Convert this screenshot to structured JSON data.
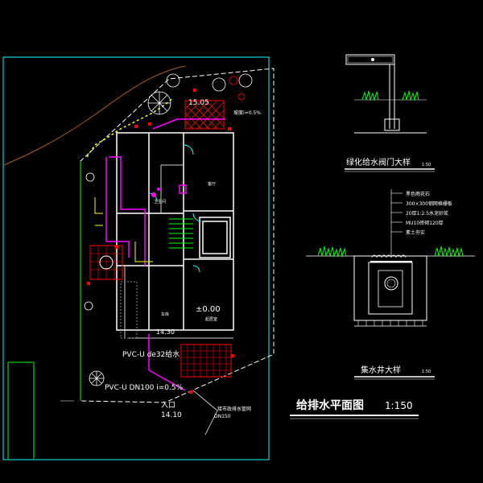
{
  "drawing": {
    "main_title": "给排水平面图",
    "main_scale": "1:150",
    "detail_valve_title": "绿化给水阀门大样",
    "detail_valve_scale": "1:50",
    "detail_well_title": "集水井大样",
    "detail_well_scale": "1:50"
  },
  "plan": {
    "elev_upper": "15.05",
    "elev_main": "±0.00",
    "elev_lower": "14.30",
    "elev_entry": "14.10",
    "entry_label": "入口",
    "pipe_1": "PVC-U de32给水",
    "pipe_2": "PVC-U DN100 i=0.5%",
    "slope_label": "坡度i=0.5%",
    "outlet_label": "接市政排水管网",
    "outlet_size": "DN150",
    "room_bath": "卫生间",
    "room_hall": "客厅",
    "room_garage": "车库",
    "room_living": "起居室"
  },
  "well": {
    "notes": [
      "黑色雨花石",
      "300×300钢网格栅板",
      "20厚1:2.5水泥砂浆",
      "MU10砖砌120厚",
      "素土夯实"
    ]
  },
  "colors": {
    "border": "#00ffff",
    "wall": "#ffffff",
    "pipe_supply": "#ff00ff",
    "pipe_drain": "#ffff00",
    "fixture": "#ff0000",
    "vegetation": "#00ff00"
  }
}
